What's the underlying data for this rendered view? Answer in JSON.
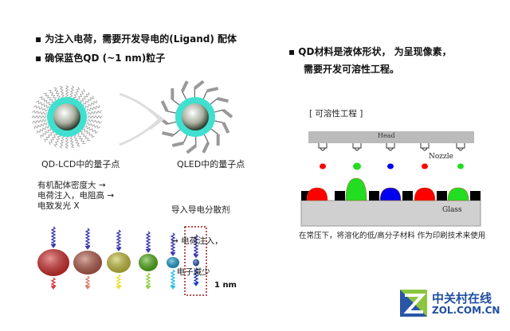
{
  "left": {
    "bullets": [
      "▪ 为注入电荷，需要开发导电的(Ligand) 配体",
      "▪ 确保蓝色QD (~1 nm)粒子"
    ],
    "qd_lcd_label": "QD-LCD中的量子点",
    "qled_label": "QLED中的量子点",
    "qd_lcd_notes": [
      "有机配体密度大 →",
      "电荷注入，电阻高 →",
      "电致发光 X"
    ],
    "qled_notes": [
      "导入导电分散剂",
      "→ 电荷注入，",
      "  电子减少"
    ],
    "size_label": "1 nm",
    "sphere_colors": [
      "#d42a2a",
      "#b65a48",
      "#c9c23a",
      "#4fb012",
      "#1a9fd0",
      "#1f4fb8"
    ],
    "emission_colors": [
      "#d83a3a",
      "#d98070",
      "#e8e030",
      "#8fd040",
      "#30c0e0",
      "#2040c0"
    ]
  },
  "right": {
    "bullet_line1": "▪ QD材料是液体形状， 为呈现像素，",
    "bullet_line2": "需要开发可溶性工程。",
    "section_label": "[ 可溶性工程 ]",
    "head_label": "Head",
    "nozzle_label": "Nozzle",
    "glass_label": "Glass",
    "caption": "在常压下，将溶化的低/高分子材料 作为印刷技术来使用",
    "pixel_colors": [
      "#ff0000",
      "#22dd22",
      "#0000ee",
      "#ff0000",
      "#22dd22"
    ]
  },
  "watermark": {
    "name": "中关村在线",
    "url": "ZOL.COM.CN"
  }
}
